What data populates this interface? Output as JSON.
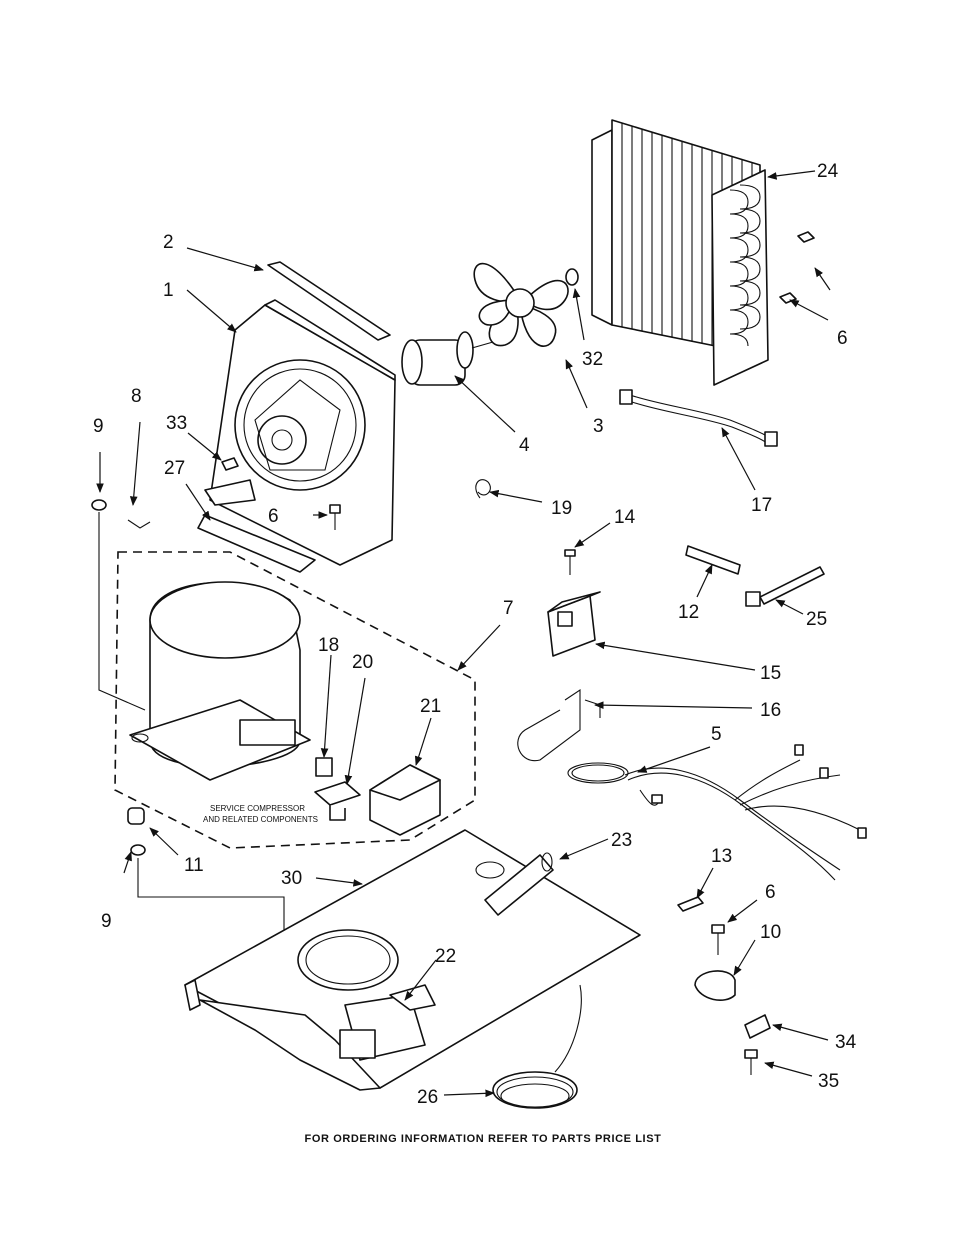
{
  "labels": {
    "l1": "1",
    "l2": "2",
    "l3": "3",
    "l4": "4",
    "l5": "5",
    "l6a": "6",
    "l6b": "6",
    "l6c": "6",
    "l7": "7",
    "l8": "8",
    "l9a": "9",
    "l9b": "9",
    "l10": "10",
    "l11": "11",
    "l12": "12",
    "l13": "13",
    "l14": "14",
    "l15": "15",
    "l16": "16",
    "l17": "17",
    "l18": "18",
    "l19": "19",
    "l20": "20",
    "l21": "21",
    "l22": "22",
    "l23": "23",
    "l24": "24",
    "l25": "25",
    "l26": "26",
    "l27": "27",
    "l30": "30",
    "l32": "32",
    "l33": "33",
    "l34": "34",
    "l35": "35"
  },
  "service_note": {
    "line1": "SERVICE COMPRESSOR",
    "line2": "AND RELATED COMPONENTS"
  },
  "footer": "FOR ORDERING INFORMATION REFER TO PARTS PRICE LIST"
}
